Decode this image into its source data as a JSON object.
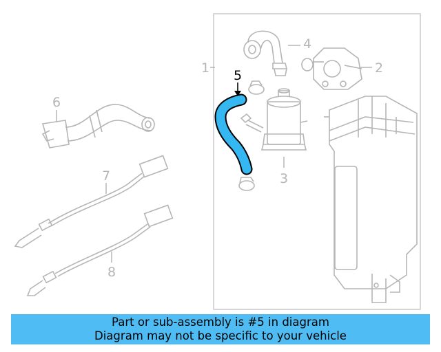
{
  "callouts": {
    "c1": "1",
    "c2": "2",
    "c3": "3",
    "c4": "4",
    "c5": "5",
    "c6": "6",
    "c7": "7",
    "c8": "8"
  },
  "highlight_color": "#35b7f2",
  "banner": {
    "line1": "Part or sub-assembly is #5 in diagram",
    "line2": "Diagram may not be specific to your vehicle",
    "color": "#4fbdf4"
  }
}
